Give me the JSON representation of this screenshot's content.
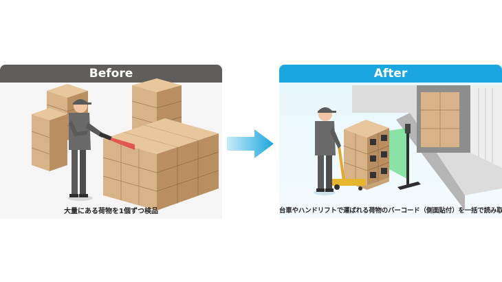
{
  "before": {
    "header": "Before",
    "caption": "大量にある荷物を1個ずつ検品",
    "header_color": "#5f5e5a"
  },
  "after": {
    "header": "After",
    "caption": "台車やハンドリフトで運ばれる荷物のバーコード（側面貼付）を一括で読み取り",
    "header_color": "#1aa6de"
  },
  "arrow": {
    "icon": "right-arrow-icon",
    "color": "#34b8ea"
  },
  "colors": {
    "box": "#d8b387",
    "box_dark": "#b98f62",
    "box_light": "#e8c79d",
    "worker": "#5a5a5a",
    "laser_red": "#e0323a",
    "scan_green": "#35d15a"
  }
}
